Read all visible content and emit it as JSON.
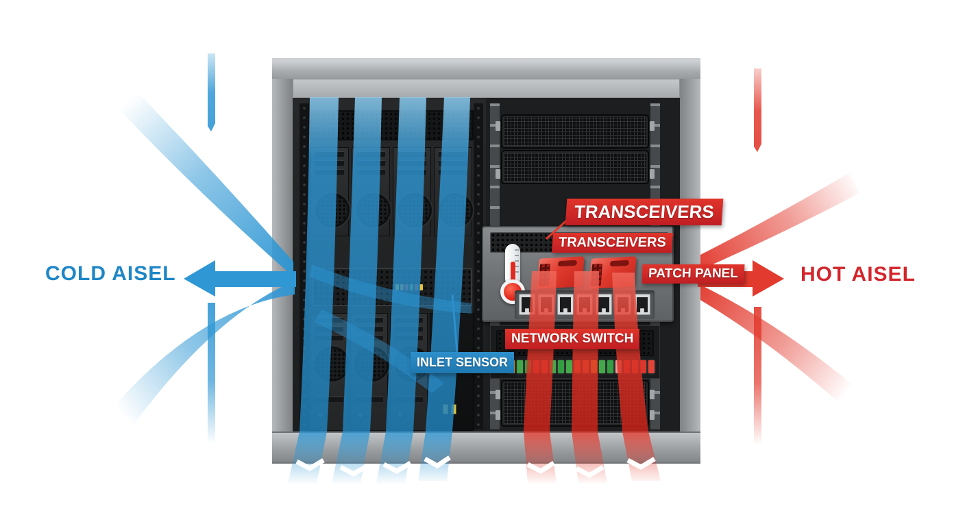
{
  "diagram": {
    "cold_aisle_label": "COLD AISEL",
    "hot_aisle_label": "HOT AISEL",
    "callouts": {
      "transceivers_top": "TRANSCEIVERS",
      "transceivers_inner": "TRANSCEIVERS",
      "patch_panel": "PATCH PANEL",
      "network_switch": "NETWORK SWITCH",
      "inlet_sensor": "INLET SENSOR"
    }
  },
  "colors": {
    "cold_text": "#1E86C6",
    "cold_stream": "#2F97D4",
    "cold_stream_light": "#8ECDF0",
    "cold_stream_deep": "#2080B8",
    "cold_label_bg": "#2E8FCB",
    "cold_label_bg2": "#1F77AF",
    "hot_text": "#D2262C",
    "hot_stream": "#E23A2E",
    "hot_stream_light": "#F0685C",
    "hot_stream_deep": "#C92219",
    "hot_label_bg": "#E0342B",
    "hot_label_bg2": "#C01E23",
    "frame_gray": "#A6A9AC",
    "interior_dark": "#222425",
    "thermometer_red": "#E02A1F",
    "sensor_blue": "#46A8E0",
    "connector": "#D9C14A"
  },
  "indicators": {
    "switch_leds": [
      "#EBB832",
      "#43A94A",
      "#2F9E41",
      "#D8382F",
      "#E14538",
      "#43A94A",
      "#339F42",
      "#43A94A",
      "#E2672C",
      "#E06A30",
      "#EBB832",
      "#43A94A",
      "#339F42",
      "#EB9C94",
      "#DC3B31",
      "#E14538",
      "#D8382F",
      "#E14538"
    ],
    "panel_leds": [
      "#E8C43C",
      "#E2993B",
      "#DB4A33",
      "#74B54B",
      "#DB4A33",
      "#E8C43C"
    ],
    "rj45_port_count": 7
  }
}
